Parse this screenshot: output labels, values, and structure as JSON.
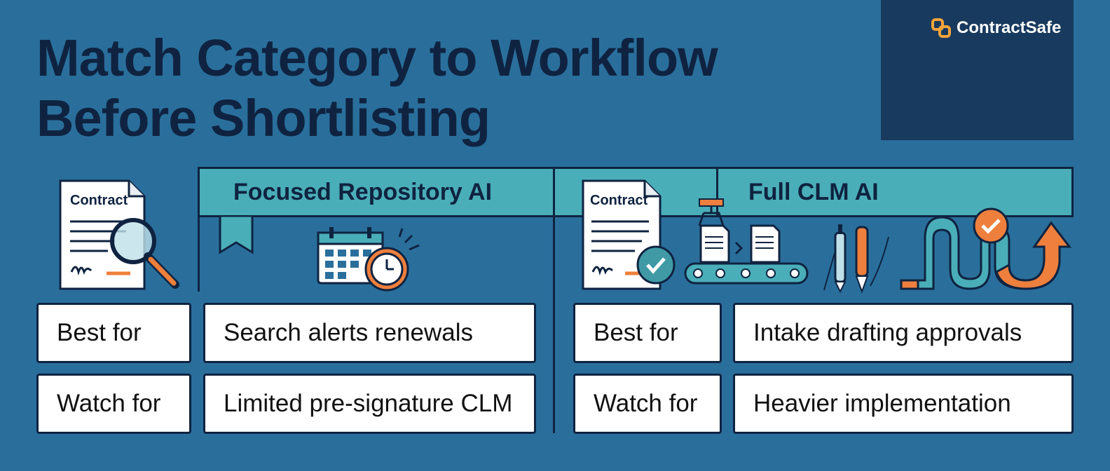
{
  "title": {
    "line1": "Match Category to Workflow",
    "line2": "Before Shortlisting"
  },
  "brand": {
    "name": "ContractSafe",
    "accent": "#f2a33a"
  },
  "columns": [
    {
      "header": "Focused Repository AI",
      "icon_label": "Contract",
      "rows": [
        {
          "label": "Best for",
          "value": "Search alerts renewals"
        },
        {
          "label": "Watch for",
          "value": "Limited pre-signature CLM"
        }
      ]
    },
    {
      "header": "Full CLM AI",
      "icon_label": "Contract",
      "rows": [
        {
          "label": "Best for",
          "value": "Intake drafting approvals"
        },
        {
          "label": "Watch for",
          "value": "Heavier implementation"
        }
      ]
    }
  ],
  "colors": {
    "background": "#2a6f9c",
    "dark": "#0f2340",
    "teal": "#4aaeb8",
    "orange": "#ee7f3c"
  }
}
